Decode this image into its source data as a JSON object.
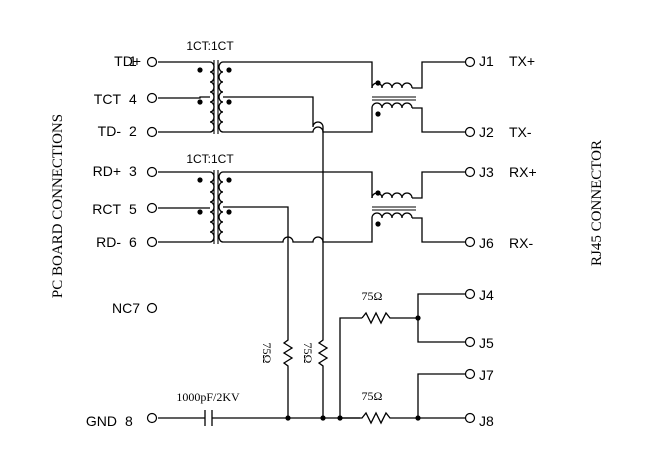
{
  "left_side_label": "PC BOARD CONNECTIONS",
  "right_side_label": "RJ45 CONNECTOR",
  "transformer_ratio_top": "1CT:1CT",
  "transformer_ratio_bottom": "1CT:1CT",
  "left_pins": [
    {
      "name": "TD+",
      "number": "1"
    },
    {
      "name": "TCT",
      "number": "4"
    },
    {
      "name": "TD-",
      "number": "2"
    },
    {
      "name": "RD+",
      "number": "3"
    },
    {
      "name": "RCT",
      "number": "5"
    },
    {
      "name": "RD-",
      "number": "6"
    },
    {
      "name": "NC7",
      "number": ""
    },
    {
      "name": "GND",
      "number": "8"
    }
  ],
  "right_pins": [
    {
      "name": "J1",
      "signal": "TX+"
    },
    {
      "name": "J2",
      "signal": "TX-"
    },
    {
      "name": "J3",
      "signal": "RX+"
    },
    {
      "name": "J6",
      "signal": "RX-"
    },
    {
      "name": "J4",
      "signal": ""
    },
    {
      "name": "J5",
      "signal": ""
    },
    {
      "name": "J7",
      "signal": ""
    },
    {
      "name": "J8",
      "signal": ""
    }
  ],
  "capacitor_label": "1000pF/2KV",
  "resistor_labels": {
    "upper_horizontal": "75Ω",
    "lower_horizontal": "75Ω",
    "vertical_left": "75Ω",
    "vertical_right": "75Ω"
  }
}
